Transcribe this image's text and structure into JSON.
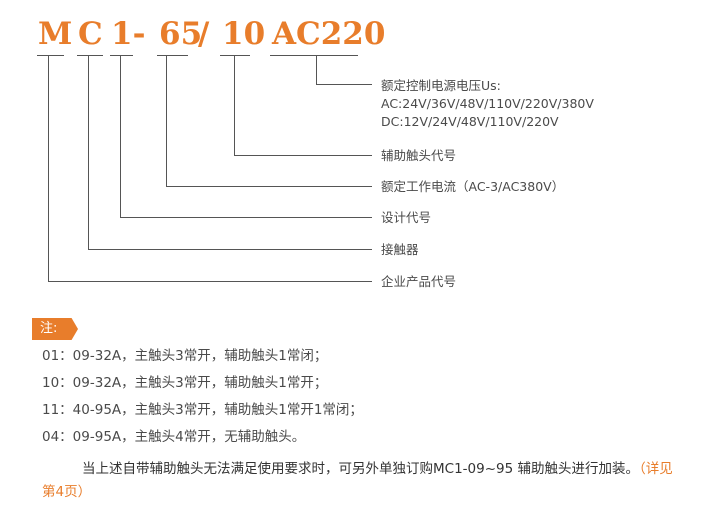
{
  "model_code": {
    "part_m": "M",
    "part_c": "C",
    "part_1": "1-",
    "part_65": "65",
    "slash": "/",
    "part_10": "10",
    "part_ac": "AC220"
  },
  "labels": {
    "voltage_title": "额定控制电源电压Us:",
    "voltage_ac": "AC:24V/36V/48V/110V/220V/380V",
    "voltage_dc": "DC:12V/24V/48V/110V/220V",
    "aux_contact_code": "辅助触头代号",
    "rated_current": "额定工作电流（AC-3/AC380V）",
    "design_code": "设计代号",
    "contactor": "接触器",
    "company_code": "企业产品代号"
  },
  "notes": {
    "badge": "注:",
    "items": [
      "01：09-32A，主触头3常开，辅助触头1常闭；",
      "10：09-32A，主触头3常开，辅助触头1常开；",
      "11：40-95A，主触头3常开，辅助触头1常开1常闭；",
      "04：09-95A，主触头4常开，无辅助触头。"
    ]
  },
  "paragraph": {
    "text": "当上述自带辅助触头无法满足使用要求时，可另外单独订购MC1-09~95 辅助触头进行加装。",
    "highlight": "（详见第4页）"
  },
  "colors": {
    "accent": "#e87d2b",
    "text": "#4a4a4a",
    "line": "#555555"
  }
}
